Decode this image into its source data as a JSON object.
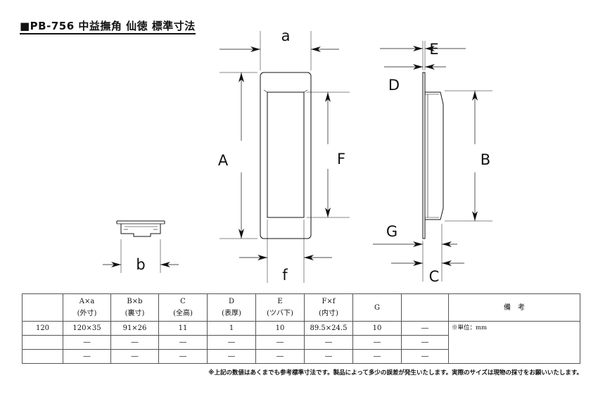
{
  "title": "■PB-756 中益撫角 仙徳 標準寸法",
  "dimension_labels": {
    "a": "a",
    "b": "b",
    "A": "A",
    "F": "F",
    "f": "f",
    "E": "E",
    "D": "D",
    "B": "B",
    "G": "G",
    "C": "C"
  },
  "table": {
    "headers": [
      {
        "key": "",
        "sub": ""
      },
      {
        "key": "A×a",
        "sub": "(外寸)"
      },
      {
        "key": "B×b",
        "sub": "(裏寸)"
      },
      {
        "key": "C",
        "sub": "(全高)"
      },
      {
        "key": "D",
        "sub": "(表厚)"
      },
      {
        "key": "E",
        "sub": "(ツバ下)"
      },
      {
        "key": "F×f",
        "sub": "(内寸)"
      },
      {
        "key": "G",
        "sub": ""
      },
      {
        "key": "",
        "sub": ""
      }
    ],
    "remarks_header": "備　考",
    "rows": [
      [
        "120",
        "120×35",
        "91×26",
        "11",
        "1",
        "10",
        "89.5×24.5",
        "10",
        "―"
      ],
      [
        "",
        "―",
        "―",
        "―",
        "―",
        "―",
        "―",
        "―",
        "―"
      ],
      [
        "",
        "―",
        "―",
        "―",
        "―",
        "―",
        "―",
        "―",
        "―"
      ]
    ],
    "remarks_text": "※単位：mm"
  },
  "footnote": "※上記の数値はあくまでも参考標準寸法です。製品によって多少の誤差が発生いたします。実際のサイズは現物の採寸をお願いいたします。"
}
